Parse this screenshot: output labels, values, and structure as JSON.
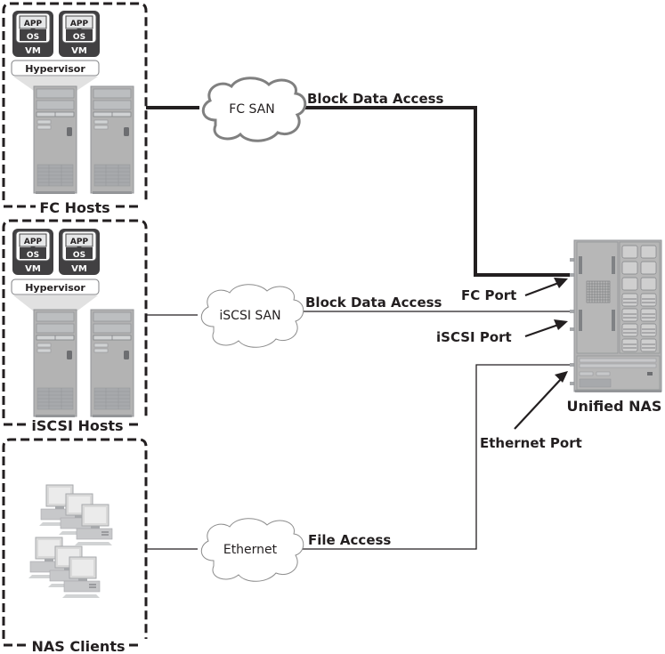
{
  "diagram": {
    "title": "",
    "groups": {
      "fc_hosts": {
        "label": "FC Hosts"
      },
      "iscsi_hosts": {
        "label": "iSCSI Hosts"
      },
      "nas_clients": {
        "label": "NAS Clients"
      }
    },
    "vm": {
      "app": "APP",
      "os": "OS",
      "vm": "VM",
      "hypervisor": "Hypervisor"
    },
    "networks": {
      "fc_san": "FC SAN",
      "iscsi_san": "iSCSI SAN",
      "ethernet": "Ethernet"
    },
    "links": {
      "fc": "Block Data Access",
      "iscsi": "Block Data Access",
      "ethernet": "File Access"
    },
    "ports": {
      "fc": "FC Port",
      "iscsi": "iSCSI Port",
      "ethernet": "Ethernet Port"
    },
    "storage": {
      "label": "Unified NAS"
    },
    "colors": {
      "line": "#231f20",
      "cloud_fc": "#808080",
      "cloud_other": "#8c8c8c",
      "device": "#b3b3b3",
      "device_dark": "#939598",
      "vm_dark": "#414042"
    }
  }
}
